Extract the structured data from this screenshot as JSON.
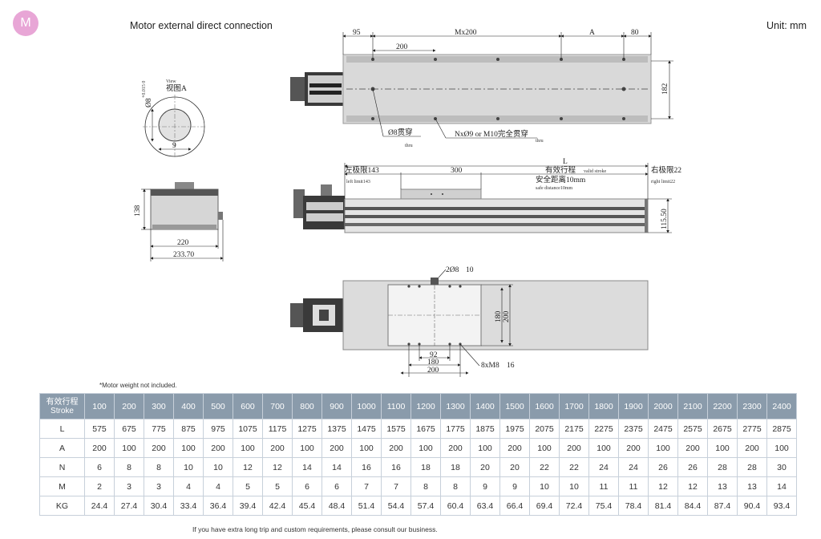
{
  "badge": {
    "letter": "M"
  },
  "heading": "Motor external direct connection",
  "unit": "Unit: mm",
  "labels": {
    "top_95": "95",
    "top_mx200": "Mx200",
    "top_A": "A",
    "top_80": "80",
    "top_200": "200",
    "top_182": "182",
    "hole_cn": "Ø8贯穿",
    "hole_en": "thru",
    "hole2": "NxØ9 or M10完全贯穿",
    "hole2_en": "thru",
    "view_en": "View",
    "view_cn": "视图A",
    "shaft_dia": "Ø8",
    "shaft_tol": "+0.015 0",
    "shaft_9": "9",
    "L": "L",
    "left_limit_cn": "左极限143",
    "left_limit_en": "left limit143",
    "stroke_cn": "有效行程",
    "stroke_en": "valid stroke",
    "right_limit_cn": "右极限22",
    "right_limit_en": "right limit22",
    "d300": "300",
    "safe_cn": "安全距离10mm",
    "safe_en": "safe distance10mm",
    "h_115": "115.50",
    "h_138": "138",
    "w_220": "220",
    "w_233": "233.70",
    "top_2x8": "2Ø8",
    "top_2x8_depth": "10",
    "d180v": "180",
    "d200v": "200",
    "d92": "92",
    "d180": "180",
    "d200": "200",
    "m8": "8xM8",
    "m8_depth": "16"
  },
  "note": "*Motor weight not included.",
  "table": {
    "header_cn": "有效行程",
    "header_en": "Stroke",
    "strokes": [
      "100",
      "200",
      "300",
      "400",
      "500",
      "600",
      "700",
      "800",
      "900",
      "1000",
      "1100",
      "1200",
      "1300",
      "1400",
      "1500",
      "1600",
      "1700",
      "1800",
      "1900",
      "2000",
      "2100",
      "2200",
      "2300",
      "2400"
    ],
    "rows": [
      {
        "label": "L",
        "values": [
          "575",
          "675",
          "775",
          "875",
          "975",
          "1075",
          "1175",
          "1275",
          "1375",
          "1475",
          "1575",
          "1675",
          "1775",
          "1875",
          "1975",
          "2075",
          "2175",
          "2275",
          "2375",
          "2475",
          "2575",
          "2675",
          "2775",
          "2875"
        ]
      },
      {
        "label": "A",
        "values": [
          "200",
          "100",
          "200",
          "100",
          "200",
          "100",
          "200",
          "100",
          "200",
          "100",
          "200",
          "100",
          "200",
          "100",
          "200",
          "100",
          "200",
          "100",
          "200",
          "100",
          "200",
          "100",
          "200",
          "100"
        ]
      },
      {
        "label": "N",
        "values": [
          "6",
          "8",
          "8",
          "10",
          "10",
          "12",
          "12",
          "14",
          "14",
          "16",
          "16",
          "18",
          "18",
          "20",
          "20",
          "22",
          "22",
          "24",
          "24",
          "26",
          "26",
          "28",
          "28",
          "30"
        ]
      },
      {
        "label": "M",
        "values": [
          "2",
          "3",
          "3",
          "4",
          "4",
          "5",
          "5",
          "6",
          "6",
          "7",
          "7",
          "8",
          "8",
          "9",
          "9",
          "10",
          "10",
          "11",
          "11",
          "12",
          "12",
          "13",
          "13",
          "14"
        ]
      },
      {
        "label": "KG",
        "values": [
          "24.4",
          "27.4",
          "30.4",
          "33.4",
          "36.4",
          "39.4",
          "42.4",
          "45.4",
          "48.4",
          "51.4",
          "54.4",
          "57.4",
          "60.4",
          "63.4",
          "66.4",
          "69.4",
          "72.4",
          "75.4",
          "78.4",
          "81.4",
          "84.4",
          "87.4",
          "90.4",
          "93.4"
        ]
      }
    ]
  },
  "footer": "If you have extra long trip and custom requirements, please consult our business."
}
